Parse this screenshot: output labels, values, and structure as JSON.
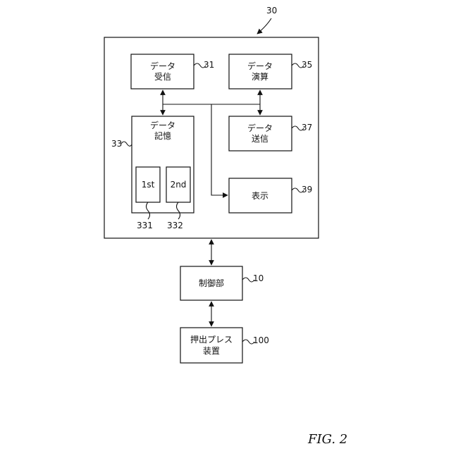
{
  "system": {
    "ref": "30"
  },
  "blocks": {
    "data_receive": {
      "line1": "データ",
      "line2": "受信",
      "ref": "31"
    },
    "data_compute": {
      "line1": "データ",
      "line2": "演算",
      "ref": "35"
    },
    "data_storage": {
      "line1": "データ",
      "line2": "記憶",
      "ref": "33"
    },
    "data_send": {
      "line1": "データ",
      "line2": "送信",
      "ref": "37"
    },
    "display": {
      "label": "表示",
      "ref": "39"
    },
    "first_store": {
      "label": "1st",
      "ref": "331"
    },
    "second_store": {
      "label": "2nd",
      "ref": "332"
    },
    "controller": {
      "label": "制御部",
      "ref": "10"
    },
    "extrusion_press": {
      "line1": "押出プレス",
      "line2": "装置",
      "ref": "100"
    }
  },
  "figure_label": "FIG. 2"
}
